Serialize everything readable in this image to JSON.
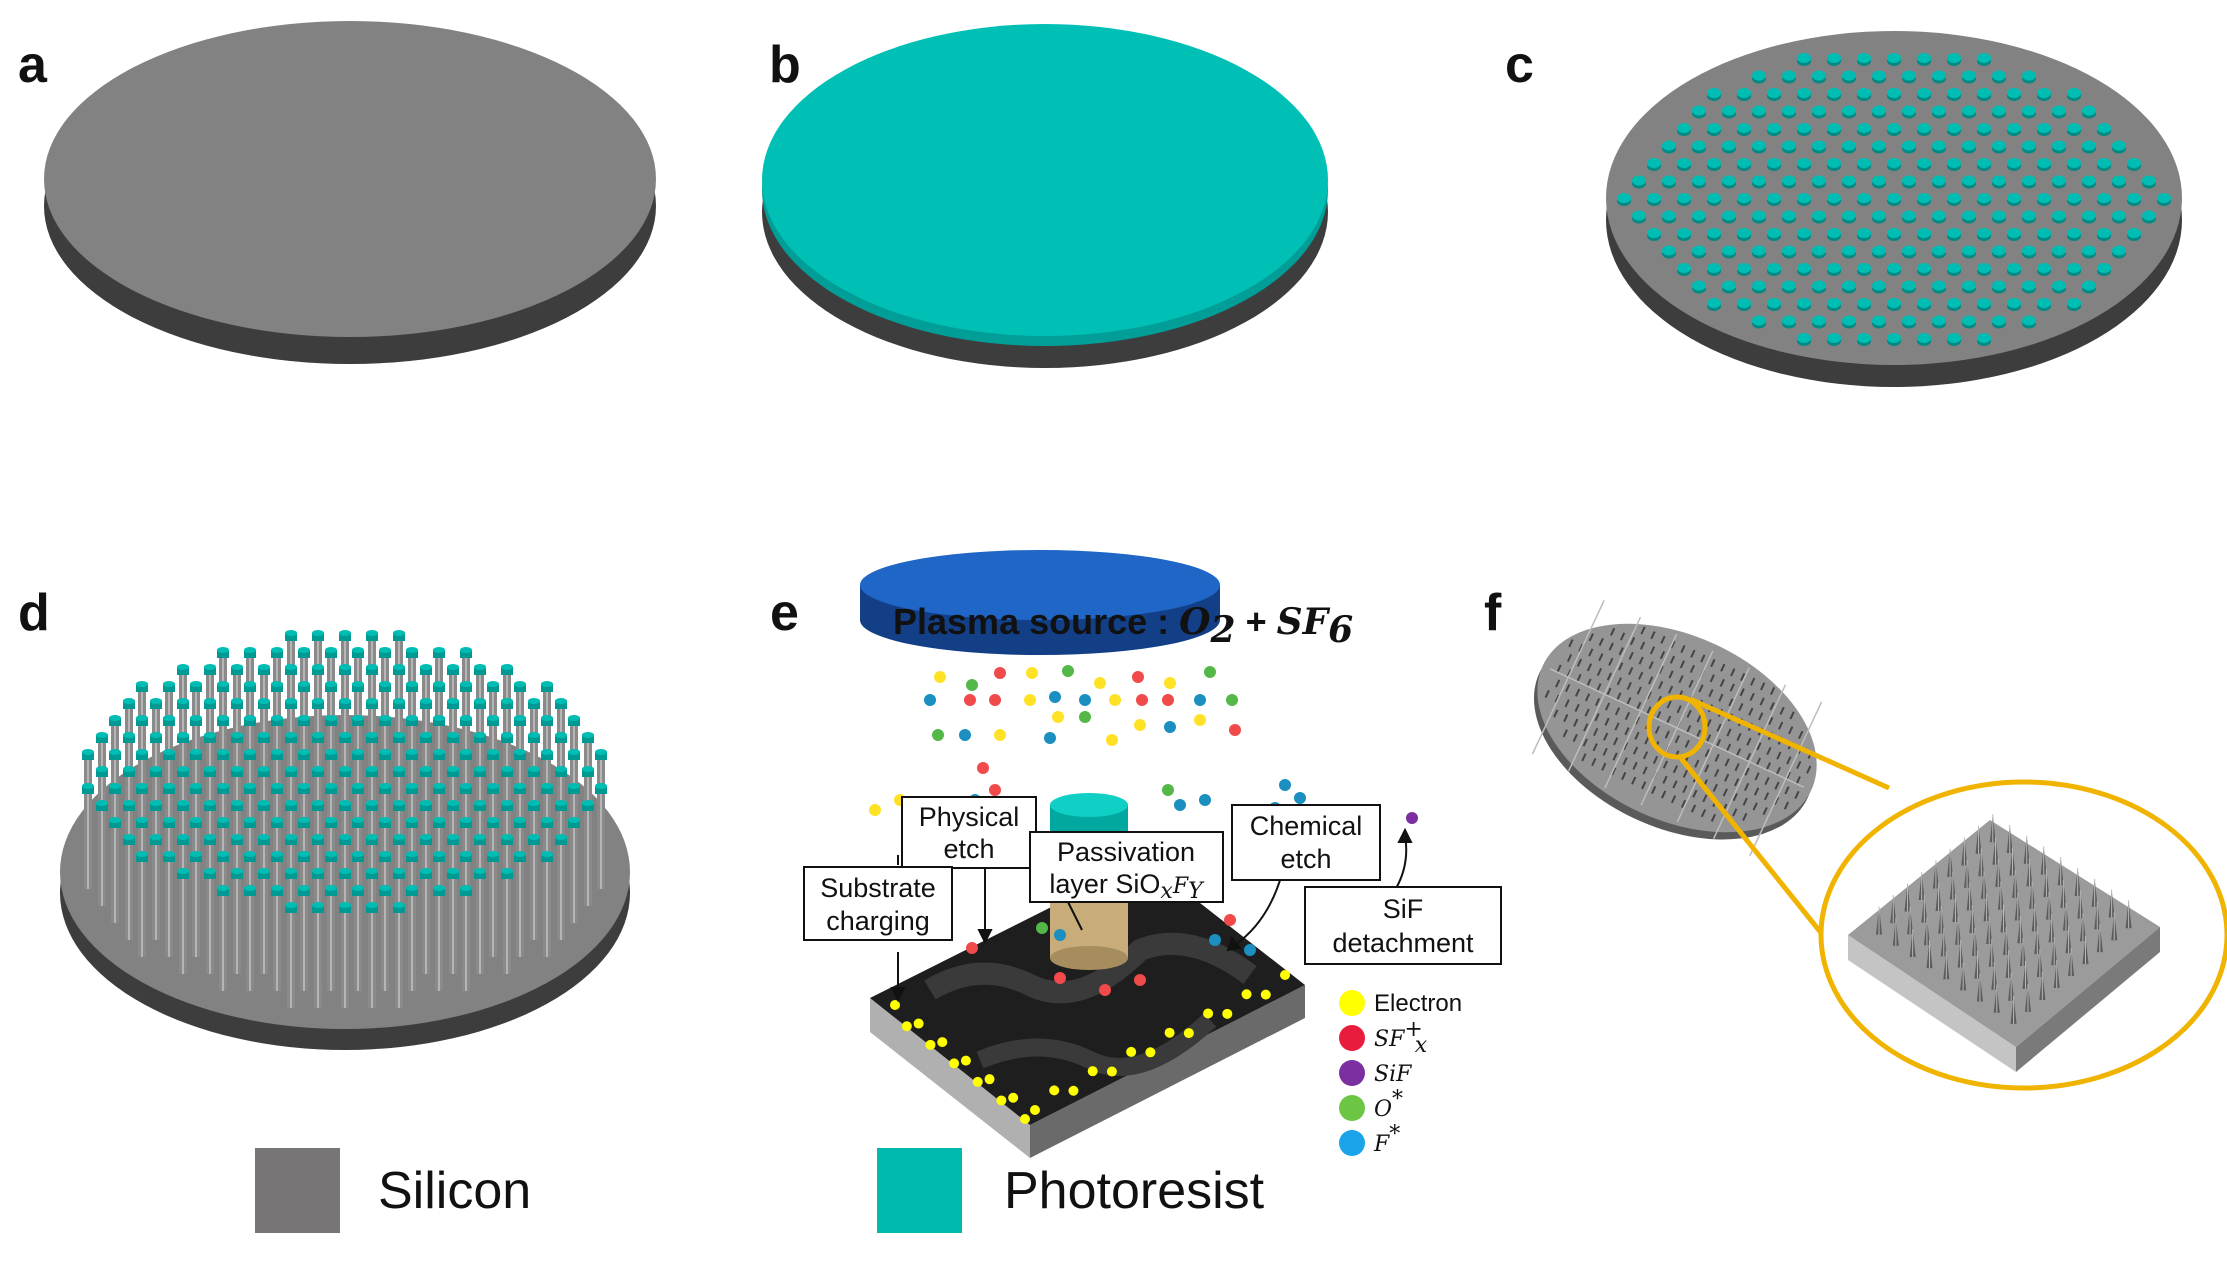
{
  "panels": {
    "a": "a",
    "b": "b",
    "c": "c",
    "d": "d",
    "e": "e",
    "f": "f"
  },
  "plasma": {
    "label": "Plasma source : ",
    "formula_o": "O",
    "formula_o_sub": "2",
    "formula_plus": " + ",
    "formula_sf": "SF",
    "formula_sf_sub": "6"
  },
  "boxes": {
    "physical_etch": [
      "Physical",
      "etch"
    ],
    "substrate_charging": [
      "Substrate",
      "charging"
    ],
    "passivation": [
      "Passivation",
      "layer SiO",
      "x",
      "F",
      "Y"
    ],
    "chemical_etch": [
      "Chemical",
      "etch"
    ],
    "sif_detachment": [
      "SiF",
      "detachment"
    ]
  },
  "particle_legend": [
    {
      "label": "Electron",
      "sup": "",
      "sub": "",
      "color": "#ffff00",
      "math": false
    },
    {
      "label": "SF",
      "sup": "+",
      "sub": "x",
      "color": "#e81c3c",
      "math": true
    },
    {
      "label": "SiF",
      "sup": "",
      "sub": "",
      "color": "#7b2fa0",
      "math": true
    },
    {
      "label": "O",
      "sup": "*",
      "sub": "",
      "color": "#6cc644",
      "math": true
    },
    {
      "label": "F",
      "sup": "*",
      "sub": "",
      "color": "#1aa3e8",
      "math": true
    }
  ],
  "material_legend": [
    {
      "label": "Silicon",
      "color": "#777575"
    },
    {
      "label": "Photoresist",
      "color": "#00bab0"
    }
  ],
  "colors": {
    "silicon_top": "#808080",
    "silicon_side": "#404040",
    "photoresist": "#00bdb3",
    "plasma_blue": "#1a5fbf",
    "zoom_gold": "#f0b400",
    "substrate_dark": "#1e1e1e",
    "electron": "#ffff00"
  }
}
